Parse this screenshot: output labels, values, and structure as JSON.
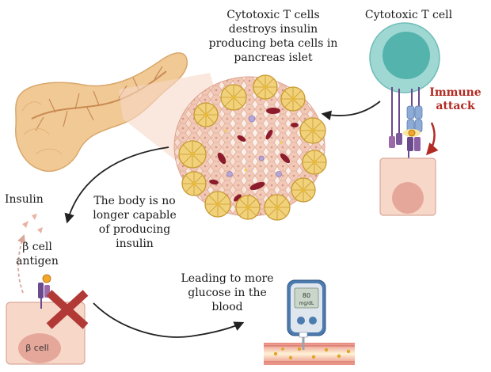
{
  "labels": {
    "cytotoxic_caption_1": "Cytotoxic T cells",
    "cytotoxic_caption_2": "destroys insulin",
    "cytotoxic_caption_3": "producing beta cells in",
    "cytotoxic_caption_4": "pancreas islet",
    "cytotoxic_t_cell": "Cytotoxic T cell",
    "immune_attack_1": "Immune",
    "immune_attack_2": "attack",
    "insulin": "Insulin",
    "beta_cell_antigen_1": "β cell",
    "beta_cell_antigen_2": "antigen",
    "body_no_longer_1": "The body is no",
    "body_no_longer_2": "longer capable",
    "body_no_longer_3": "of producing",
    "body_no_longer_4": "insulin",
    "glucose_1": "Leading to more",
    "glucose_2": "glucose in the",
    "glucose_3": "blood",
    "beta_cell": "β cell",
    "meter_value": "80",
    "meter_unit": "mg/dL"
  },
  "colors": {
    "immune_attack": "#b22a22",
    "cross": "#b23a36",
    "arrow": "#222222",
    "pancreas": "#f1c995",
    "islet_cell": "#e8b4a4",
    "blood_cell": "#8c1c2c",
    "t_cell": "#9fd8d3",
    "t_cell_nucleus": "#55b3ad",
    "beta_cell_fill": "#f7d8c8",
    "beta_cell_nucleus": "#e6a79b",
    "receptor_blue": "#8eabd6",
    "receptor_purple": "#6a4a8c",
    "antigen_orange": "#f3a62a",
    "meter_body": "#4c7bb0",
    "vessel": "#e0837a"
  }
}
